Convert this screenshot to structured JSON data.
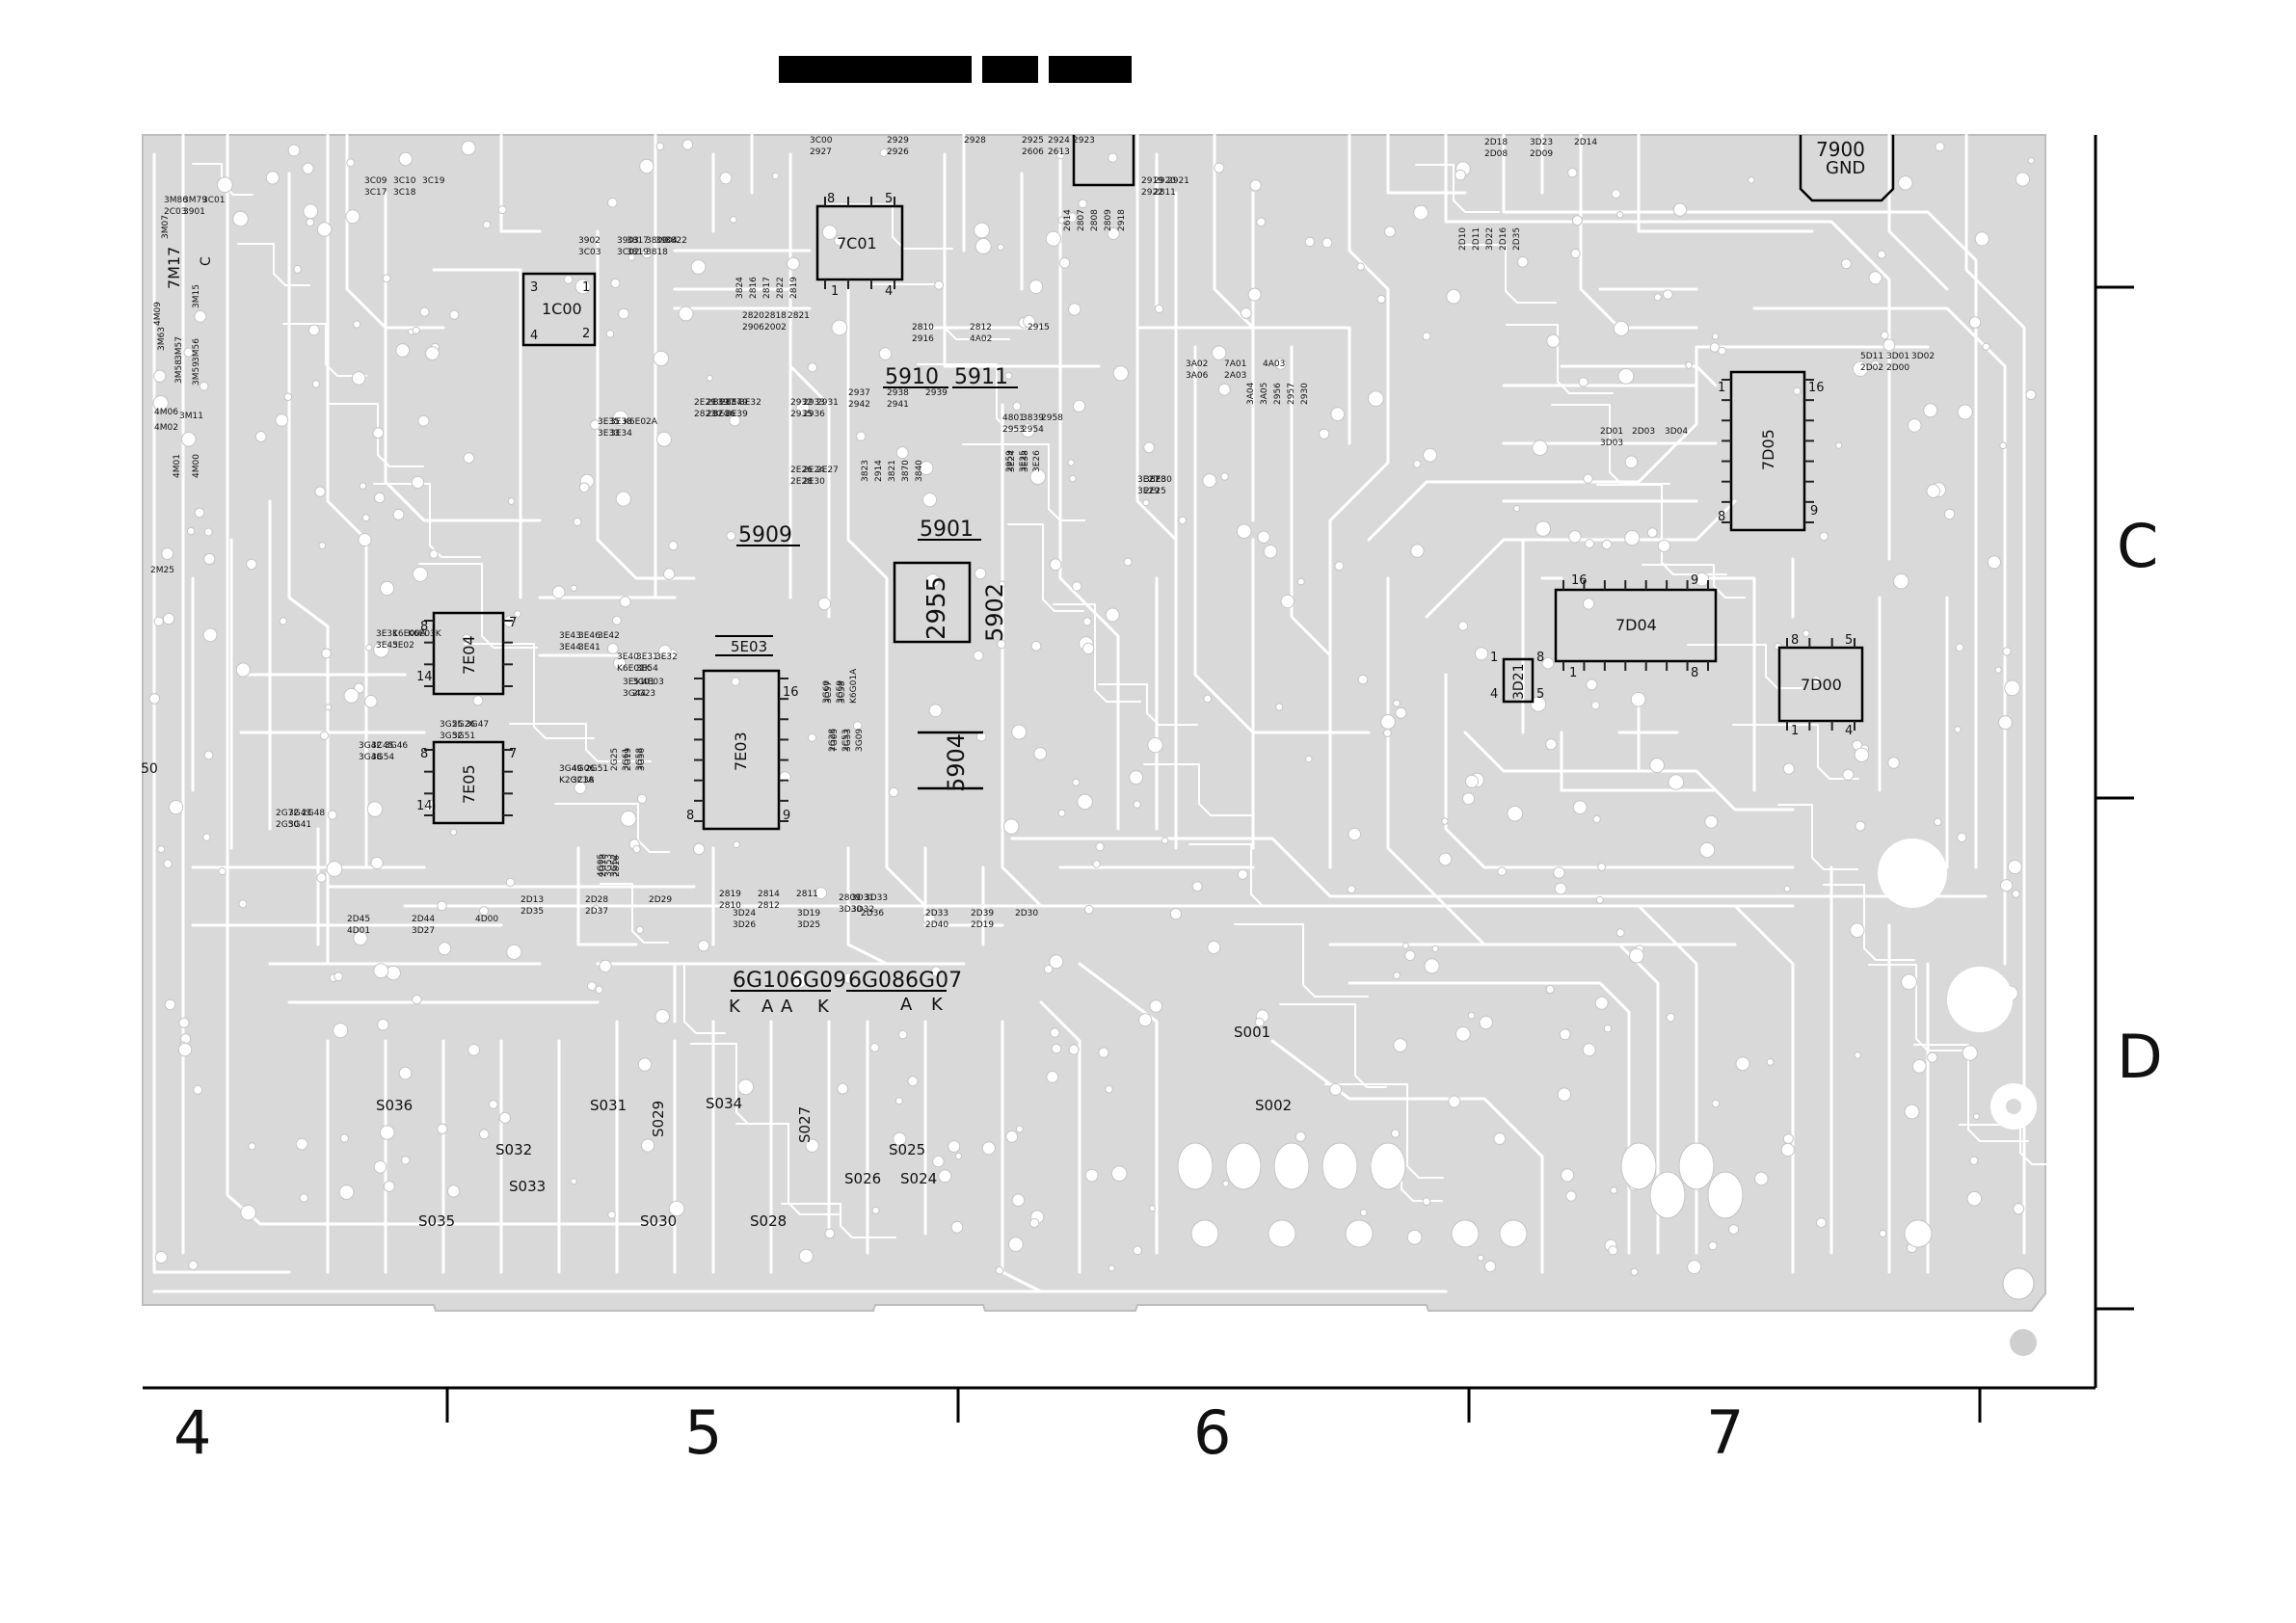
{
  "header_blocks": [
    "",
    "",
    ""
  ],
  "grid": {
    "columns": [
      "4",
      "5",
      "6",
      "7"
    ],
    "rows": [
      "C",
      "D"
    ]
  },
  "ics": [
    {
      "ref": "7C01",
      "pins": [
        "8",
        "5",
        "1",
        "4"
      ]
    },
    {
      "ref": "1C00",
      "pins": [
        "3",
        "1",
        "4",
        "2"
      ]
    },
    {
      "ref": "7E04",
      "pins": [
        "8",
        "7",
        "14"
      ]
    },
    {
      "ref": "7E05",
      "pins": [
        "8",
        "7",
        "14"
      ]
    },
    {
      "ref": "7E03",
      "pins": [
        "16",
        "8",
        "9"
      ]
    },
    {
      "ref": "7D05",
      "pins": [
        "1",
        "16",
        "8",
        "9"
      ]
    },
    {
      "ref": "7D04",
      "pins": [
        "16",
        "9",
        "1",
        "8"
      ]
    },
    {
      "ref": "7D00",
      "pins": [
        "8",
        "5",
        "1",
        "4"
      ]
    },
    {
      "ref": "3D21",
      "pins": [
        "1",
        "4",
        "5",
        "8"
      ]
    },
    {
      "ref": "7900",
      "sub": "GND"
    }
  ],
  "large_labels": [
    "5910",
    "5911",
    "5909",
    "5901",
    "2955",
    "5902",
    "5904",
    "5E03",
    "6G106G09",
    "6G086G07"
  ],
  "diode_marks": [
    "K",
    "A",
    "A",
    "K",
    "A",
    "K"
  ],
  "test_points": [
    "S001",
    "S002",
    "S036",
    "S031",
    "S029",
    "S034",
    "S027",
    "S032",
    "S033",
    "S025",
    "S026",
    "S024",
    "S035",
    "S030",
    "S028"
  ],
  "components": [
    "3C09",
    "3C10",
    "3C19",
    "3C17",
    "3C18",
    "3M86",
    "3M79",
    "3C01",
    "2C03",
    "3901",
    "3902",
    "3903",
    "3904",
    "3C03",
    "3C02",
    "3817",
    "3800",
    "3822",
    "3819",
    "3818",
    "3824",
    "2816",
    "2817",
    "2822",
    "2819",
    "2820",
    "2818",
    "2821",
    "2906",
    "2002",
    "3C00",
    "2929",
    "2928",
    "2927",
    "2926",
    "2925",
    "2924",
    "2923",
    "2606",
    "2613",
    "2614",
    "2807",
    "2808",
    "2809",
    "2918",
    "2919",
    "2920",
    "2921",
    "2922",
    "2811",
    "2810",
    "2812",
    "2915",
    "2916",
    "4A02",
    "3A02",
    "7A01",
    "4A03",
    "3A06",
    "2A03",
    "3A04",
    "3A05",
    "2956",
    "2957",
    "2930",
    "2932",
    "2933",
    "2931",
    "2935",
    "2936",
    "2937",
    "2938",
    "2939",
    "2942",
    "2941",
    "3823",
    "2914",
    "3821",
    "3870",
    "3840",
    "4801",
    "3839",
    "2958",
    "2953",
    "2954",
    "2959",
    "3E25",
    "3E26",
    "3E24",
    "3E38",
    "3E27",
    "3E28",
    "3E30",
    "3E29",
    "2E25",
    "2E26",
    "2E24",
    "2E27",
    "2E28",
    "2E30",
    "2E29",
    "2E39",
    "2E37",
    "2823",
    "2824",
    "3E37",
    "3E49",
    "3E32",
    "3E36",
    "3E39",
    "3E35",
    "3E38",
    "K6E02A",
    "3E33",
    "3E34",
    "3E31",
    "K6E00A",
    "K6E03K",
    "3E45",
    "3E02",
    "3E43",
    "3E46",
    "3E42",
    "3E44",
    "3E41",
    "3E40",
    "3E31",
    "3E32",
    "K6E01K",
    "3E54",
    "3E51",
    "3C01",
    "4E03",
    "3G44",
    "2G23",
    "2G25",
    "2G19",
    "3G56",
    "3G61",
    "3G58",
    "3G60",
    "3G59",
    "K6G01A",
    "3C57",
    "3C58",
    "2G28",
    "2C53",
    "3G09",
    "7G05",
    "3G53",
    "3G55",
    "2G26",
    "3G47",
    "3G52",
    "3G51",
    "3G42",
    "3C45",
    "3G46",
    "3G48",
    "3G54",
    "3G49",
    "4G06",
    "2G51",
    "K2G21A",
    "3C38",
    "2G72",
    "3G43",
    "2G48",
    "2G50",
    "3G41",
    "4G05",
    "3G52",
    "3G53",
    "2G18",
    "2816",
    "2819",
    "2814",
    "2811",
    "2810",
    "2812",
    "2809",
    "3D31",
    "3D33",
    "3D30",
    "3D32",
    "2D45",
    "2D44",
    "4D00",
    "4D01",
    "3D27",
    "2D13",
    "2D28",
    "2D29",
    "2D35",
    "2D37",
    "3D24",
    "3D19",
    "2D36",
    "3D26",
    "3D25",
    "2D33",
    "2D39",
    "2D30",
    "2D40",
    "2D19",
    "2D18",
    "3D23",
    "2D14",
    "2D08",
    "2D09",
    "2D10",
    "2D11",
    "3D22",
    "2D16",
    "2D35",
    "5D11",
    "3D01",
    "3D02",
    "2D02",
    "2D00",
    "2D01",
    "2D03",
    "3D04",
    "3D03"
  ],
  "side_labels": [
    "7M17",
    "C",
    "3M07",
    "4M09",
    "3M15",
    "3M63",
    "3M57",
    "3M58",
    "3M56",
    "4M06",
    "4M02",
    "3M59",
    "3M11",
    "4M01",
    "4M00",
    "2M25",
    "50"
  ]
}
